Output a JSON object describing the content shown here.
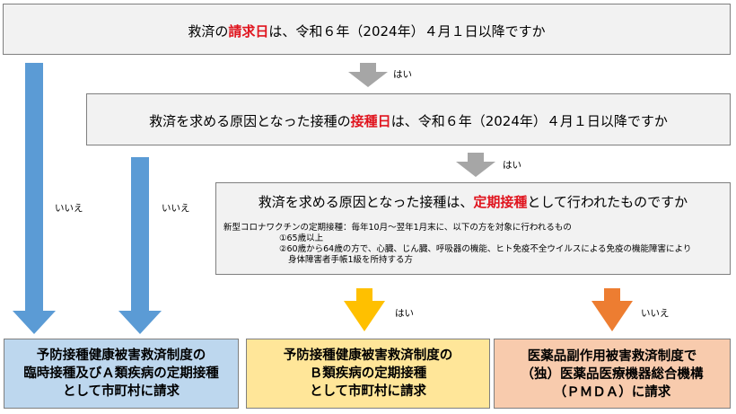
{
  "q1": {
    "pre": "救済の",
    "highlight": "請求日",
    "post": "は、令和６年（2024年）４月１日以降ですか"
  },
  "q2": {
    "pre": "救済を求める原因となった接種の",
    "highlight": "接種日",
    "post": "は、令和６年（2024年）４月１日以降ですか"
  },
  "q3": {
    "pre": "救済を求める原因となった接種は、",
    "highlight": "定期接種",
    "post": "として行われたものですか",
    "note_line1": "新型コロナワクチンの定期接種：毎年10月～翌年1月末に、以下の方を対象に行われるもの",
    "note_line2": "①65歳以上",
    "note_line3": "②60歳から64歳の方で、心臓、じん臓、呼吸器の機能、ヒト免疫不全ウイルスによる免疫の機能障害により",
    "note_line4": "身体障害者手帳1級を所持する方"
  },
  "labels": {
    "yes1": "はい",
    "yes2": "はい",
    "yes3": "はい",
    "no1": "いいえ",
    "no2": "いいえ",
    "no3": "いいえ"
  },
  "results": {
    "r1_line1": "予防接種健康被害救済制度の",
    "r1_line2": "臨時接種及びＡ類疾病の定期接種",
    "r1_line3": "として市町村に請求",
    "r2_line1": "予防接種健康被害救済制度の",
    "r2_line2": "Ｂ類疾病の定期接種",
    "r2_line3": "として市町村に請求",
    "r3_line1": "医薬品副作用被害救済制度で",
    "r3_line2": "（独）医薬品医療機器総合機構",
    "r3_line3": "（ＰＭＤＡ）に請求"
  },
  "colors": {
    "blue_arrow": "#5b9bd5",
    "gray_arrow": "#a6a6a6",
    "yellow_arrow": "#ffc000",
    "orange_arrow": "#ed7d31",
    "highlight_red": "#e0141e"
  }
}
